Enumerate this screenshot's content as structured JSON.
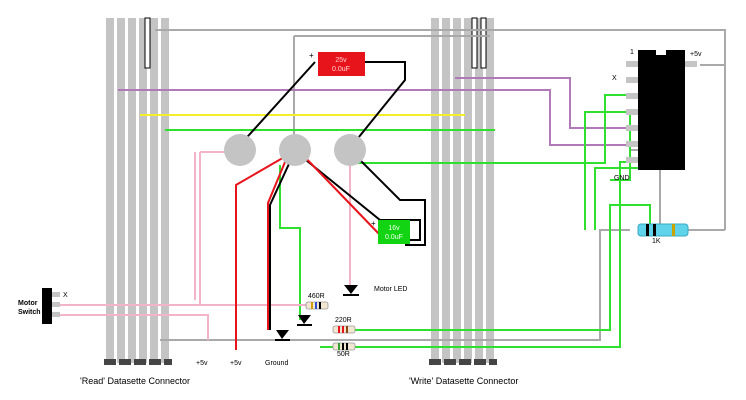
{
  "labels": {
    "read_connector": "'Read' Datasette Connector",
    "write_connector": "'Write' Datasette Connector",
    "plus5v_a": "+5v",
    "plus5v_b": "+5v",
    "plus5v_ic": "+5v",
    "ground": "Ground",
    "motor_led": "Motor LED",
    "motor_switch_line1": "Motor",
    "motor_switch_line2": "Switch",
    "switch_x": "X",
    "ic_pin1": "1",
    "ic_x": "X",
    "ic_gnd": "GND",
    "cap_plus_1": "+",
    "cap_plus_2": "+"
  },
  "components": {
    "cap_top": {
      "line1": "25v",
      "line2": "0.0uF",
      "color": "#e8141c"
    },
    "cap_bottom": {
      "line1": "16v",
      "line2": "0.0uF",
      "color": "#13d413"
    },
    "res_1k": {
      "label": "1K",
      "color": "#5fd3ea"
    },
    "res_460": {
      "label": "460R"
    },
    "res_220": {
      "label": "220R"
    },
    "res_50": {
      "label": "50R"
    }
  },
  "colors": {
    "rail": "#c4c4c4",
    "wire_gray": "#a9a9a9",
    "wire_purple": "#b07ab8",
    "wire_yellow": "#f2ee2a",
    "wire_green": "#2fe02f",
    "wire_pink": "#f3b3c8",
    "wire_red": "#e8141c",
    "wire_black": "#000000"
  }
}
